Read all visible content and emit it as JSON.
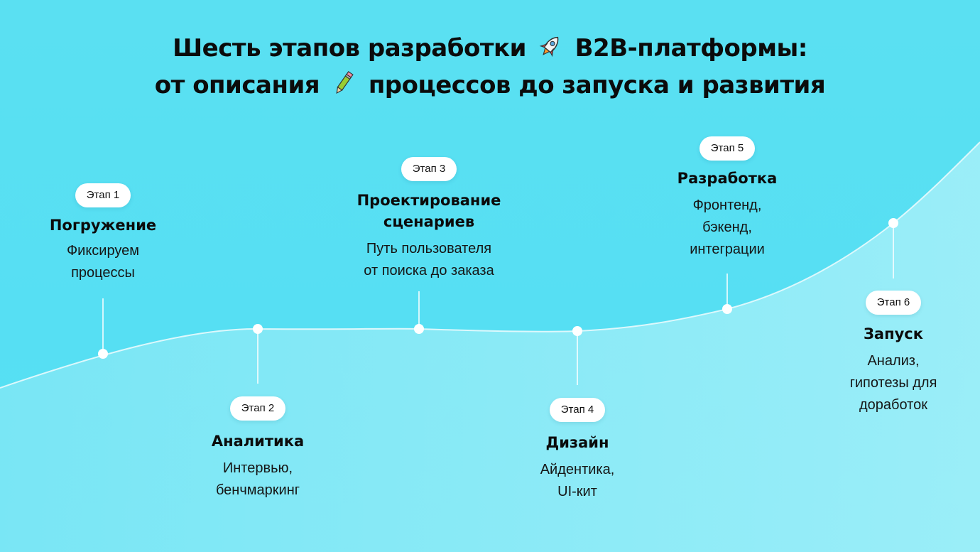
{
  "title": {
    "line1_part1": "Шесть этапов разработки",
    "line1_part2": "B2B-платформы:",
    "line2_part1": "от описания",
    "line2_part2": "процессов до запуска и развития",
    "emoji_1": "rocket-icon",
    "emoji_2": "pencil-icon"
  },
  "stages": [
    {
      "tag": "Этап 1",
      "name": "Погружение",
      "desc": "Фиксируем\nпроцессы"
    },
    {
      "tag": "Этап 2",
      "name": "Аналитика",
      "desc": "Интервью,\nбенчмаркинг"
    },
    {
      "tag": "Этап 3",
      "name": "Проектирование\nсценариев",
      "desc": "Путь пользователя\nот поиска до заказа"
    },
    {
      "tag": "Этап 4",
      "name": "Дизайн",
      "desc": "Айдентика,\nUI-кит"
    },
    {
      "tag": "Этап 5",
      "name": "Разработка",
      "desc": "Фронтенд,\nбэкенд,\nинтеграции"
    },
    {
      "tag": "Этап 6",
      "name": "Запуск",
      "desc": "Анализ,\nгипотезы для\nдоработок"
    }
  ],
  "colors": {
    "background": "#56dff3",
    "curve_fill": "#8ceaf6",
    "node": "#ffffff",
    "text": "#0b0b0b"
  }
}
